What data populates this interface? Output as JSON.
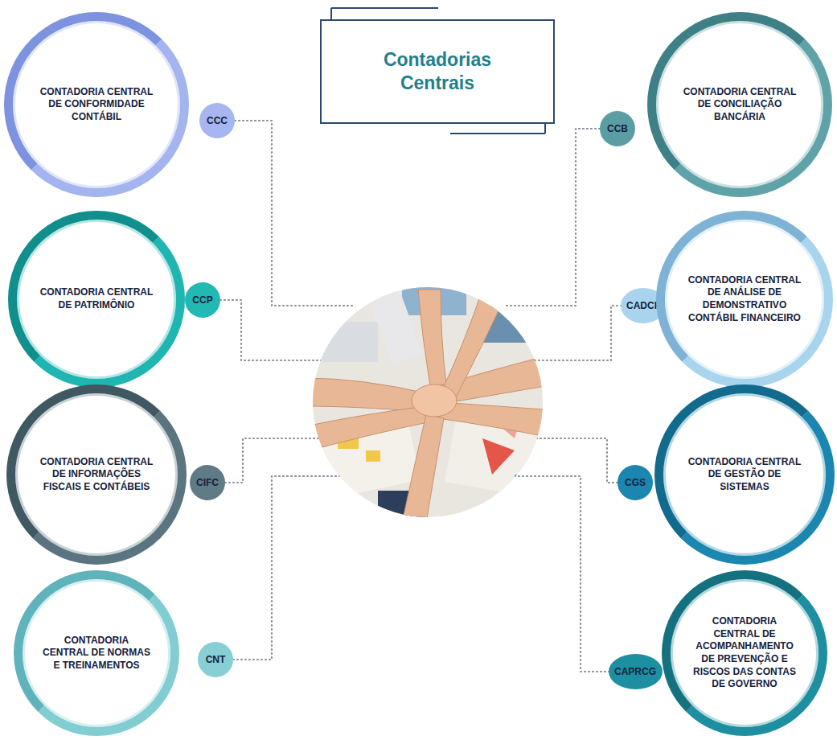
{
  "diagram": {
    "title": "Contadorias Centrais",
    "nodes": [
      {
        "text": [
          "CONTADORIA CENTRAL DE CONFORMIDADE CONTÁBIL"
        ]
      },
      {
        "text": [
          "CCC"
        ]
      },
      {
        "text": [
          "CCB"
        ]
      },
      {
        "text": [
          "CONTADORIA CENTRAL DE CONCILIAÇÃO BANCÁRIA"
        ]
      },
      {
        "text": [
          "CONTADORIA CENTRAL DE PATRIMÔNIO"
        ]
      },
      {
        "text": [
          "CCP"
        ]
      },
      {
        "text": [
          "CADCF"
        ]
      },
      {
        "text": [
          "CONTADORIA CENTRAL DE ANÁLISE DE DEMONSTRATIVO CONTÁBIL FINANCEIRO"
        ]
      },
      {
        "text": [
          "CONTADORIA CENTRAL DE INFORMAÇÕES FISCAIS E CONTÁBEIS"
        ]
      },
      {
        "text": [
          "CIFC"
        ]
      },
      {
        "text": [
          "CGS"
        ]
      },
      {
        "text": [
          "CONTADORIA CENTRAL DE GESTÃO DE SISTEMAS"
        ]
      },
      {
        "text": [
          "CONTADORIA CENTRAL DE NORMAS E TREINAMENTOS"
        ]
      },
      {
        "text": [
          "CNT"
        ]
      },
      {
        "text": [
          "CAPRCG"
        ]
      },
      {
        "text": [
          "CONTADORIA CENTRAL DE ACOMPANHAMENTO DE PREVENÇÃO E RISCOS DAS CONTAS DE GOVERNO"
        ]
      }
    ]
  }
}
